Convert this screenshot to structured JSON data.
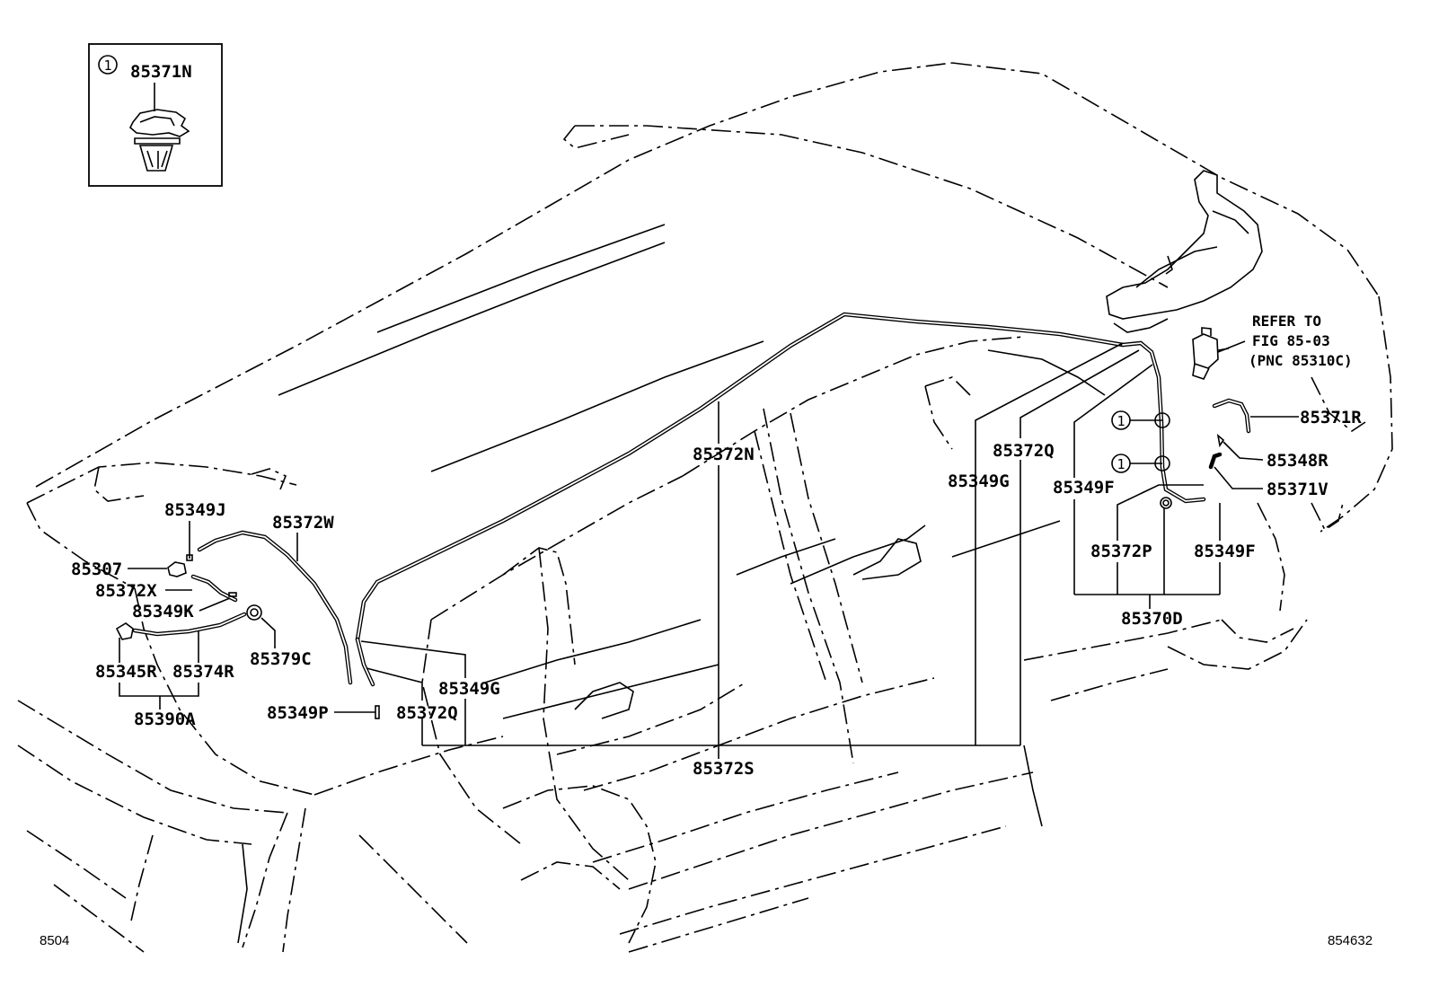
{
  "inset": {
    "callout": "1",
    "part": "85371N"
  },
  "refer_note": {
    "line1": "REFER TO",
    "line2": "FIG 85-03",
    "line3": "(PNC 85310C)"
  },
  "parts": {
    "p85349J": "85349J",
    "p85372W": "85372W",
    "p85307": "85307",
    "p85372X": "85372X",
    "p85349K": "85349K",
    "p85345R": "85345R",
    "p85374R": "85374R",
    "p85379C": "85379C",
    "p85390A": "85390A",
    "p85349P": "85349P",
    "p85372Q_front": "85372Q",
    "p85349G_front": "85349G",
    "p85372N": "85372N",
    "p85372S": "85372S",
    "p85349G_rear": "85349G",
    "p85372Q_rear": "85372Q",
    "p85349F_left": "85349F",
    "p85372P": "85372P",
    "p85349F_right": "85349F",
    "p85370D": "85370D",
    "p85371R": "85371R",
    "p85348R": "85348R",
    "p85371V": "85371V"
  },
  "callouts": [
    "1",
    "1"
  ],
  "footer": {
    "left": "8504",
    "right": "854632"
  }
}
